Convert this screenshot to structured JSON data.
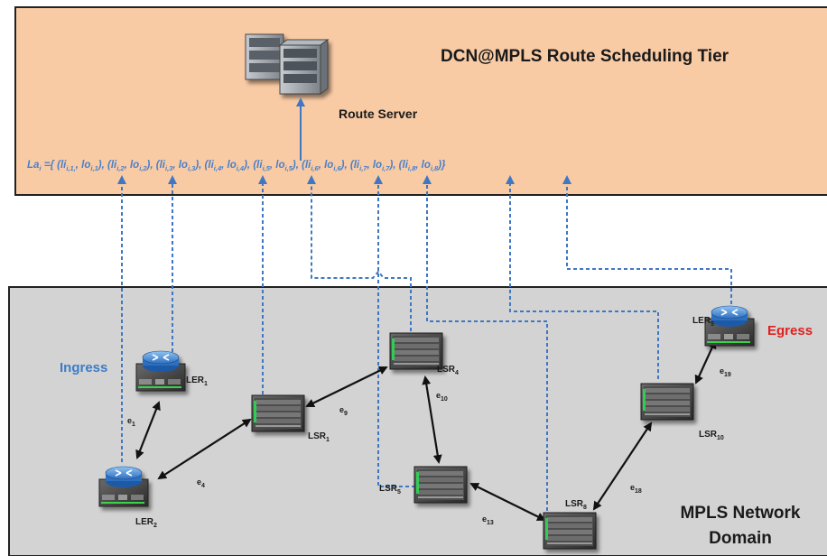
{
  "tiers": {
    "scheduling_title": "DCN@MPLS Route Scheduling Tier",
    "network_title_line1": "MPLS Network",
    "network_title_line2": "Domain",
    "scheduling_color": "#f9cba5",
    "network_color": "#d3d3d3"
  },
  "route_server": {
    "label": "Route Server",
    "icon": "server-rack-icon"
  },
  "formula": {
    "color": "#4a80c8",
    "prefix": "La",
    "prefix_sub": "i",
    "opening": " ={ ",
    "pairs": [
      {
        "li": "li",
        "li_sub": "i,1,",
        "lo": "lo",
        "lo_sub": "i,1",
        "sep": "), "
      },
      {
        "li": "li",
        "li_sub": "i,2",
        "lo": "lo",
        "lo_sub": "i,2",
        "sep": "), "
      },
      {
        "li": "li",
        "li_sub": "i,3",
        "lo": "lo",
        "lo_sub": "i,3",
        "sep": "), "
      },
      {
        "li": "li",
        "li_sub": "i,4",
        "lo": "lo",
        "lo_sub": "i,4",
        "sep": "), "
      },
      {
        "li": "li",
        "li_sub": "i,5",
        "lo": "lo",
        "lo_sub": "i,5",
        "sep": "), "
      },
      {
        "li": "li",
        "li_sub": "i,6",
        "lo": "lo",
        "lo_sub": "i,6",
        "sep": "), "
      },
      {
        "li": "li",
        "li_sub": "i,7",
        "lo": "lo",
        "lo_sub": "i,7",
        "sep": "), "
      },
      {
        "li": "li",
        "li_sub": "i,8",
        "lo": "lo",
        "lo_sub": "i,8",
        "sep": ")}"
      }
    ]
  },
  "labels": {
    "ingress": "Ingress",
    "egress": "Egress"
  },
  "nodes": [
    {
      "id": "ler1",
      "base": "LER",
      "sub": "1",
      "kind": "router"
    },
    {
      "id": "ler2",
      "base": "LER",
      "sub": "2",
      "kind": "router"
    },
    {
      "id": "ler5",
      "base": "LER",
      "sub": "5",
      "kind": "router"
    },
    {
      "id": "lsr1",
      "base": "LSR",
      "sub": "1",
      "kind": "switch"
    },
    {
      "id": "lsr4",
      "base": "LSR",
      "sub": "4",
      "kind": "switch"
    },
    {
      "id": "lsr5",
      "base": "LSR",
      "sub": "5",
      "kind": "switch"
    },
    {
      "id": "lsr8",
      "base": "LSR",
      "sub": "8",
      "kind": "switch"
    },
    {
      "id": "lsr10",
      "base": "LSR",
      "sub": "10",
      "kind": "switch"
    }
  ],
  "edges": [
    {
      "id": "e1",
      "base": "e",
      "sub": "1",
      "from": "ler2",
      "to": "ler1"
    },
    {
      "id": "e4",
      "base": "e",
      "sub": "4",
      "from": "ler2",
      "to": "lsr1"
    },
    {
      "id": "e9",
      "base": "e",
      "sub": "9",
      "from": "lsr1",
      "to": "lsr4"
    },
    {
      "id": "e10",
      "base": "e",
      "sub": "10",
      "from": "lsr4",
      "to": "lsr5"
    },
    {
      "id": "e13",
      "base": "e",
      "sub": "13",
      "from": "lsr5",
      "to": "lsr8"
    },
    {
      "id": "e18",
      "base": "e",
      "sub": "18",
      "from": "lsr8",
      "to": "lsr10"
    },
    {
      "id": "e19",
      "base": "e",
      "sub": "19",
      "from": "lsr10",
      "to": "ler5"
    }
  ]
}
